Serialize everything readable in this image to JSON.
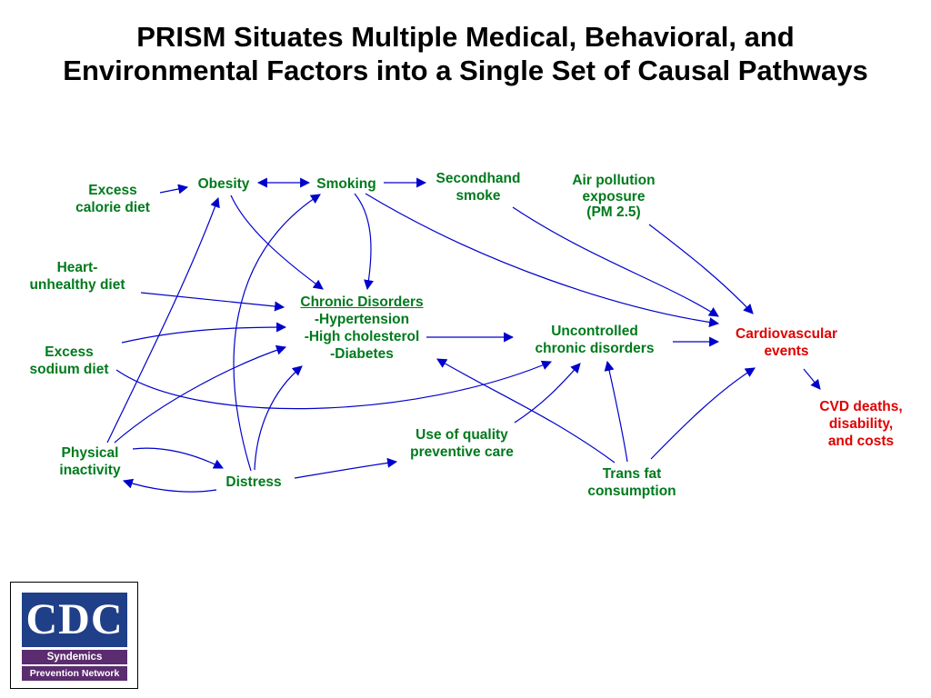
{
  "title": {
    "line1": "PRISM Situates Multiple Medical, Behavioral, and",
    "line2": "Environmental Factors into a Single Set of Causal Pathways"
  },
  "nodes": {
    "excess_calorie": [
      "Excess",
      "calorie diet"
    ],
    "obesity": [
      "Obesity"
    ],
    "smoking": [
      "Smoking"
    ],
    "secondhand": [
      "Secondhand",
      "smoke"
    ],
    "air_pollution": [
      "Air pollution",
      "exposure",
      "(PM 2.5)"
    ],
    "heart_unhealthy": [
      "Heart-",
      "unhealthy diet"
    ],
    "chronic_title": "Chronic Disorders",
    "chronic_items": [
      "-Hypertension",
      "-High cholesterol",
      "-Diabetes"
    ],
    "uncontrolled": [
      "Uncontrolled",
      "chronic disorders"
    ],
    "cardio": [
      "Cardiovascular",
      "events"
    ],
    "excess_sodium": [
      "Excess",
      "sodium diet"
    ],
    "cvd_deaths": [
      "CVD deaths,",
      "disability,",
      "and costs"
    ],
    "physical": [
      "Physical",
      "inactivity"
    ],
    "preventive": [
      "Use of quality",
      "preventive care"
    ],
    "distress": [
      "Distress"
    ],
    "trans_fat": [
      "Trans fat",
      "consumption"
    ]
  },
  "logo": {
    "mark": "CDC",
    "band1": "Syndemics",
    "band2": "Prevention Network"
  },
  "colors": {
    "node_text": "#007a1c",
    "outcome_text": "#e00000",
    "arrow": "#0000cc",
    "logo_blue": "#1f3f88",
    "logo_purple": "#5b2c6f"
  }
}
